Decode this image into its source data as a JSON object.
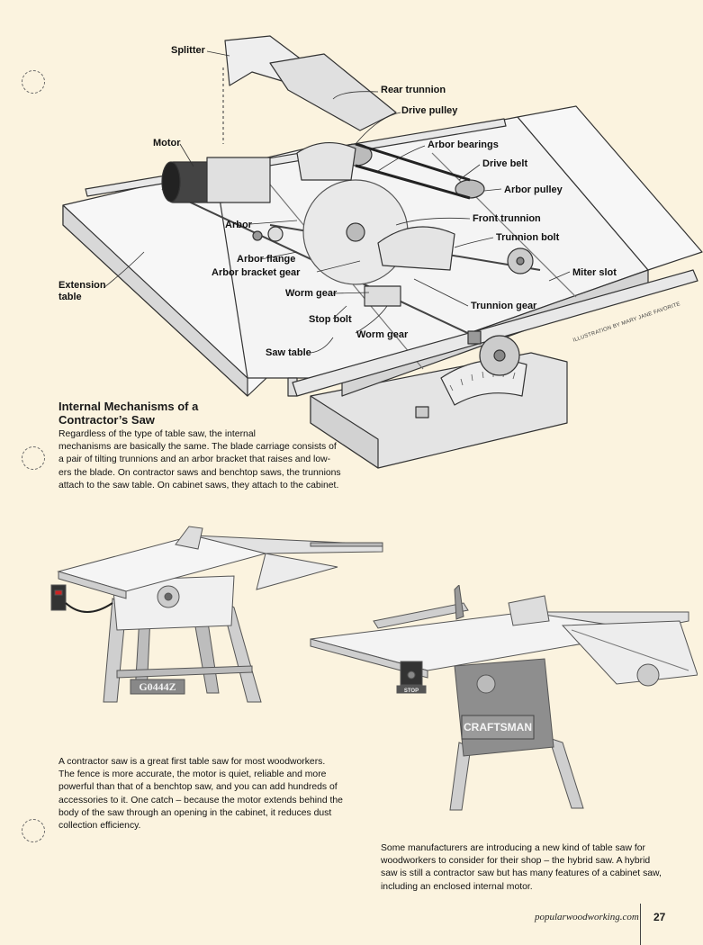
{
  "labels": {
    "splitter": "Splitter",
    "rear_trunnion": "Rear trunnion",
    "drive_pulley": "Drive pulley",
    "motor": "Motor",
    "arbor_bearings": "Arbor bearings",
    "drive_belt": "Drive belt",
    "arbor_pulley": "Arbor pulley",
    "front_trunnion": "Front trunnion",
    "arbor": "Arbor",
    "trunnion_bolt": "Trunnion bolt",
    "arbor_flange": "Arbor flange",
    "arbor_bracket_gear": "Arbor bracket gear",
    "miter_slot": "Miter slot",
    "extension_table": "Extension",
    "extension_table_2": "table",
    "worm_gear": "Worm gear",
    "trunnion_gear": "Trunnion gear",
    "stop_bolt": "Stop bolt",
    "worm_gear_2": "Worm gear",
    "saw_table": "Saw table"
  },
  "credit": "ILLUSTRATION BY MARY JANE FAVORITE",
  "heading_line1": "Internal Mechanisms of a",
  "heading_line2": "Contractor’s Saw",
  "intro": [
    "Regardless of the type of table saw, the internal",
    "mechanisms are basically the same. The blade carriage consists of",
    "a pair of tilting trunnions and an arbor bracket that raises and low-",
    "ers the blade. On contractor saws and benchtop saws, the trunnions",
    "attach to the saw table. On cabinet saws, they attach to the cabinet."
  ],
  "saw1_badge": "G0444Z",
  "saw2_badge": "CRAFTSMAN",
  "saw2_switch": "STOP",
  "caption1": [
    "A contractor saw is a great first table saw for most woodworkers.",
    "The fence is more accurate, the motor is quiet, reliable and more",
    "powerful than that of a benchtop saw, and you can add hundreds of",
    "accessories to it. One catch – because the motor extends behind the",
    "body of the saw through an opening in the cabinet, it reduces dust",
    "collection efficiency."
  ],
  "caption2": [
    "Some manufacturers are introducing a new kind of table saw for",
    "woodworkers to consider for their shop – the hybrid saw. A hybrid",
    "saw is still a contractor saw but has many features of a cabinet saw,",
    "including an enclosed internal motor."
  ],
  "footer_url": "popularwoodworking.com",
  "page_number": "27"
}
